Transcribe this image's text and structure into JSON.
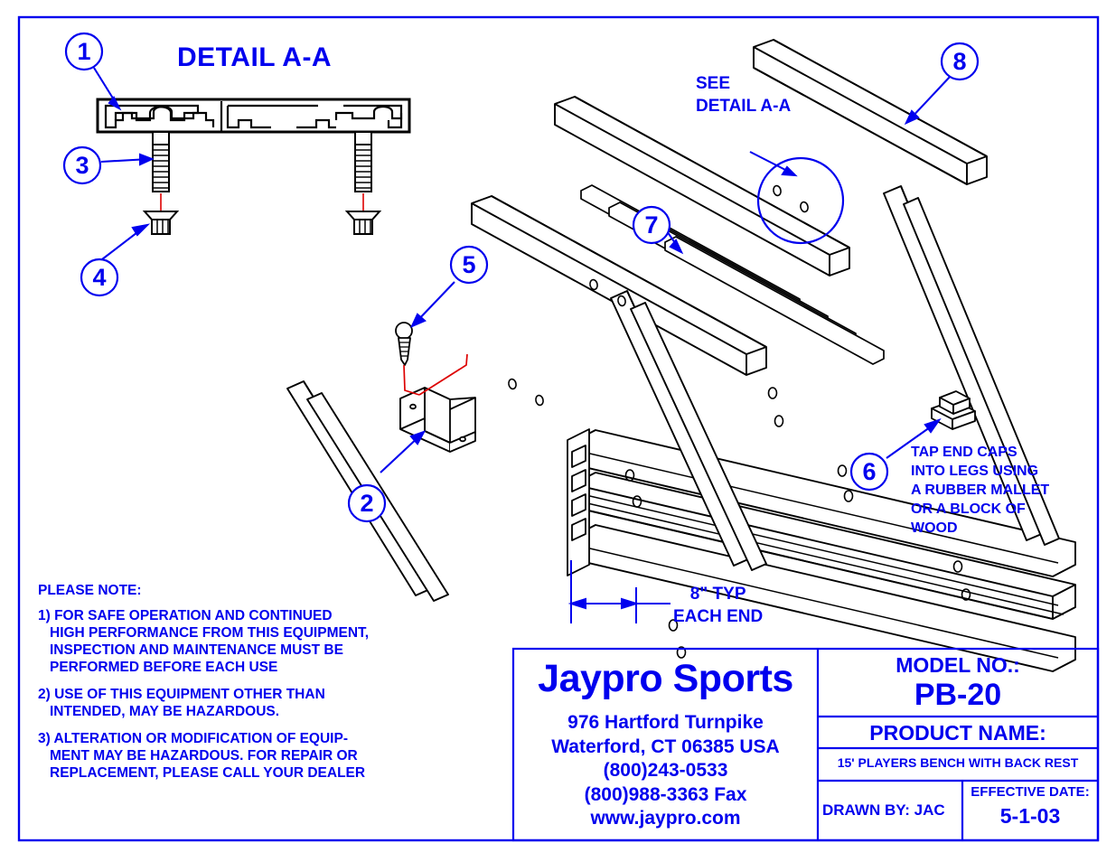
{
  "colors": {
    "blue": "#0000ee",
    "black": "#000000",
    "red": "#dd0000",
    "white": "#ffffff"
  },
  "detail": {
    "title": "DETAIL A-A"
  },
  "callouts": [
    {
      "id": "1",
      "label": "1"
    },
    {
      "id": "2",
      "label": "2"
    },
    {
      "id": "3",
      "label": "3"
    },
    {
      "id": "4",
      "label": "4"
    },
    {
      "id": "5",
      "label": "5"
    },
    {
      "id": "6",
      "label": "6"
    },
    {
      "id": "7",
      "label": "7"
    },
    {
      "id": "8",
      "label": "8"
    }
  ],
  "annotations": {
    "see_detail": [
      "SEE",
      "DETAIL A-A"
    ],
    "end_caps": [
      "TAP END CAPS",
      "INTO LEGS USING",
      "A RUBBER MALLET",
      "OR A BLOCK OF",
      "WOOD"
    ],
    "dimension": [
      "8\" TYP",
      "EACH END"
    ]
  },
  "notes": {
    "header": "PLEASE NOTE:",
    "items": [
      [
        "1) FOR SAFE OPERATION AND CONTINUED",
        "HIGH PERFORMANCE FROM THIS EQUIPMENT,",
        "INSPECTION AND MAINTENANCE MUST BE",
        "PERFORMED BEFORE EACH USE"
      ],
      [
        "2) USE OF THIS EQUIPMENT OTHER THAN",
        "INTENDED, MAY BE HAZARDOUS."
      ],
      [
        "3) ALTERATION OR MODIFICATION OF EQUIP-",
        "MENT MAY BE HAZARDOUS.  FOR REPAIR OR",
        "REPLACEMENT, PLEASE CALL YOUR DEALER"
      ]
    ]
  },
  "title_block": {
    "company": "Jaypro Sports",
    "address": [
      "976 Hartford Turnpike",
      "Waterford, CT 06385 USA",
      "(800)243-0533",
      "(800)988-3363 Fax",
      "www.jaypro.com"
    ],
    "model_label": "MODEL NO.:",
    "model_value": "PB-20",
    "product_label": "PRODUCT NAME:",
    "product_value": "15' PLAYERS BENCH WITH BACK REST",
    "drawn_by": "DRAWN BY: JAC",
    "effective_date_label": "EFFECTIVE DATE:",
    "effective_date_value": "5-1-03"
  }
}
